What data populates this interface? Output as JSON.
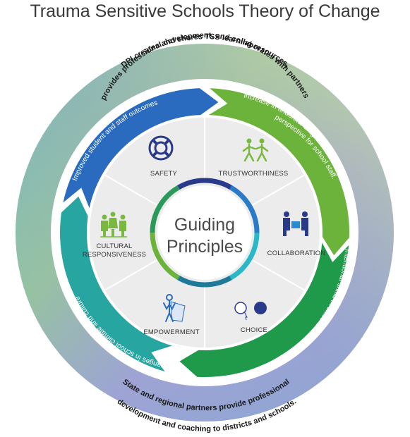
{
  "title": "Trauma Sensitive Schools Theory of Change",
  "outer_ring": {
    "top_line1": "DPI creates and shares TSS learning resources,",
    "top_line2": "provides professional development, and collaborates with partners.",
    "bottom_line1": "State and regional partners provide professional",
    "bottom_line2": "development and coaching to districts and schools."
  },
  "arrows": {
    "top_right_line1": "Increase in understanding of trauma and changes in",
    "top_right_line2": "perspective for school staff.",
    "right": "Intentional shifts in classroom and school-wide practices.",
    "bottom_left": "Changes in school climate and culture",
    "top_left": "Improved student and staff outcomes"
  },
  "principles": [
    {
      "label": "SAFETY",
      "icon": "lifebuoy-icon"
    },
    {
      "label": "TRUSTWORTHINESS",
      "icon": "people-walking-icon"
    },
    {
      "label": "COLLABORATION",
      "icon": "collaboration-icon"
    },
    {
      "label": "CHOICE",
      "icon": "choice-circles-icon"
    },
    {
      "label": "EMPOWERMENT",
      "icon": "superhero-icon"
    },
    {
      "label": "CULTURAL",
      "label2": "RESPONSIVENESS",
      "icon": "diverse-people-icon"
    }
  ],
  "center": {
    "line1": "Guiding",
    "line2": "Principles"
  },
  "colors": {
    "navy": "#2a3a8a",
    "green": "#6db33f",
    "dark_green": "#1f9a4a",
    "teal": "#2aa8a8",
    "blue": "#2a6bc0"
  }
}
